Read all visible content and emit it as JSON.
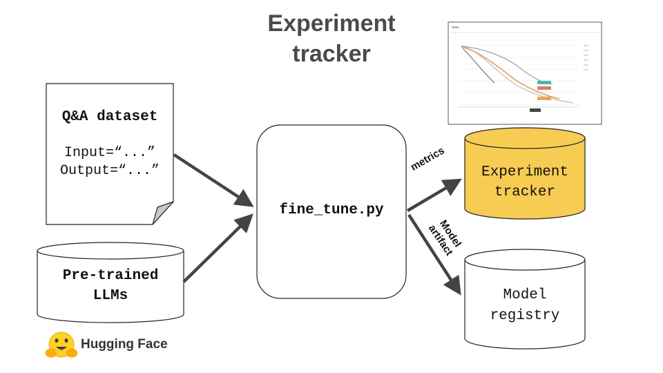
{
  "title": {
    "line1": "Experiment",
    "line2": "tracker"
  },
  "dataset": {
    "title": "Q&A dataset",
    "line1": "Input=“...”",
    "line2": "Output=“...”"
  },
  "llms": {
    "line1": "Pre-trained",
    "line2": "LLMs"
  },
  "brand": {
    "name": "Hugging Face",
    "icon": "hugging-face-emoji-icon"
  },
  "script": {
    "label": "fine_tune.py"
  },
  "tracker": {
    "line1": "Experiment",
    "line2": "tracker",
    "fill": "#f7cc52"
  },
  "registry": {
    "line1": "Model",
    "line2": "registry"
  },
  "edges": {
    "metrics": "metrics",
    "artifact_line1": "Model",
    "artifact_line2": "artifact"
  },
  "colors": {
    "arrow": "#444444",
    "title": "#4a4a4a"
  }
}
